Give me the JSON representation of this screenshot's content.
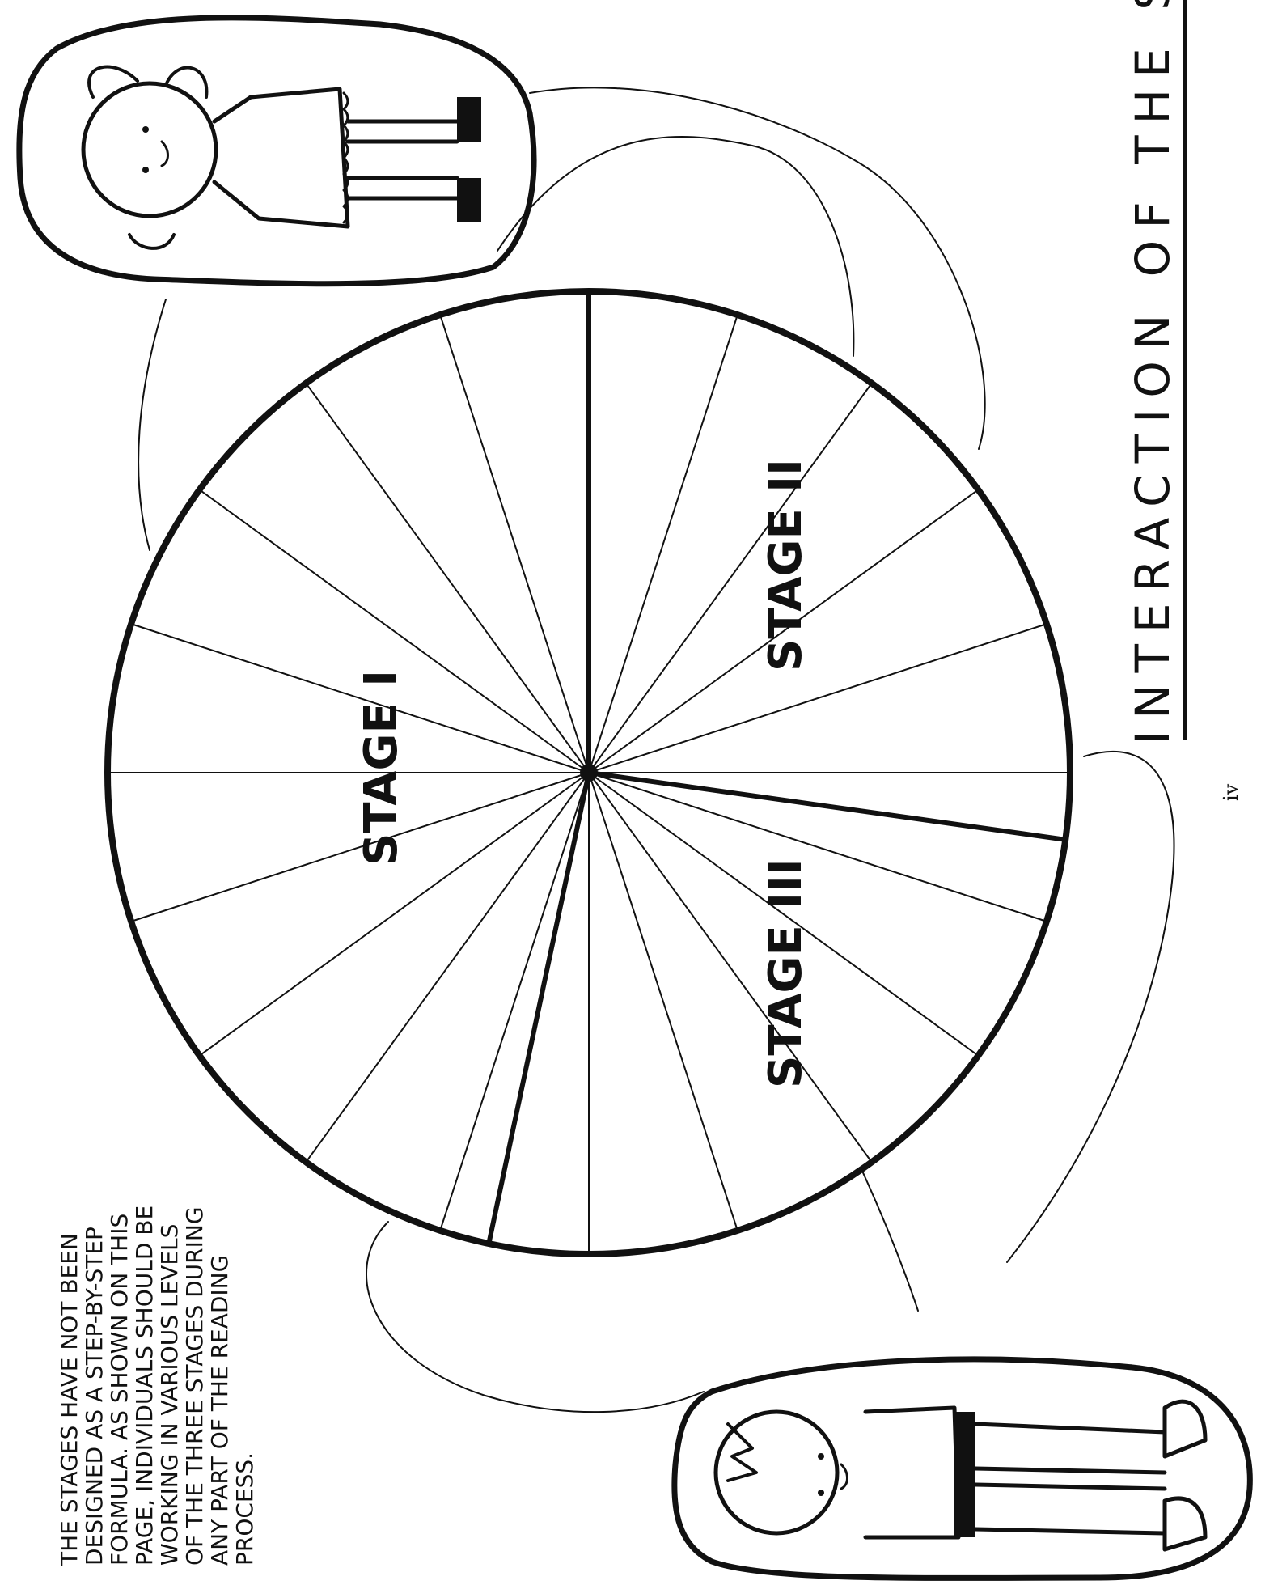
{
  "title": "INTERACTION OF THE STAGES",
  "stages": {
    "stage1": "STAGE I",
    "stage2": "STAGE II",
    "stage3": "STAGE III"
  },
  "note": {
    "lines": [
      "THE STAGES HAVE NOT BEEN",
      "DESIGNED AS A STEP-BY-STEP",
      "FORMULA.  AS SHOWN ON THIS",
      "PAGE, INDIVIDUALS SHOULD BE",
      "WORKING IN VARIOUS LEVELS",
      "OF THE THREE STAGES DURING",
      "ANY PART OF THE READING",
      "PROCESS."
    ]
  },
  "page_number": "iv",
  "wheel": {
    "spoke_count": 20
  }
}
